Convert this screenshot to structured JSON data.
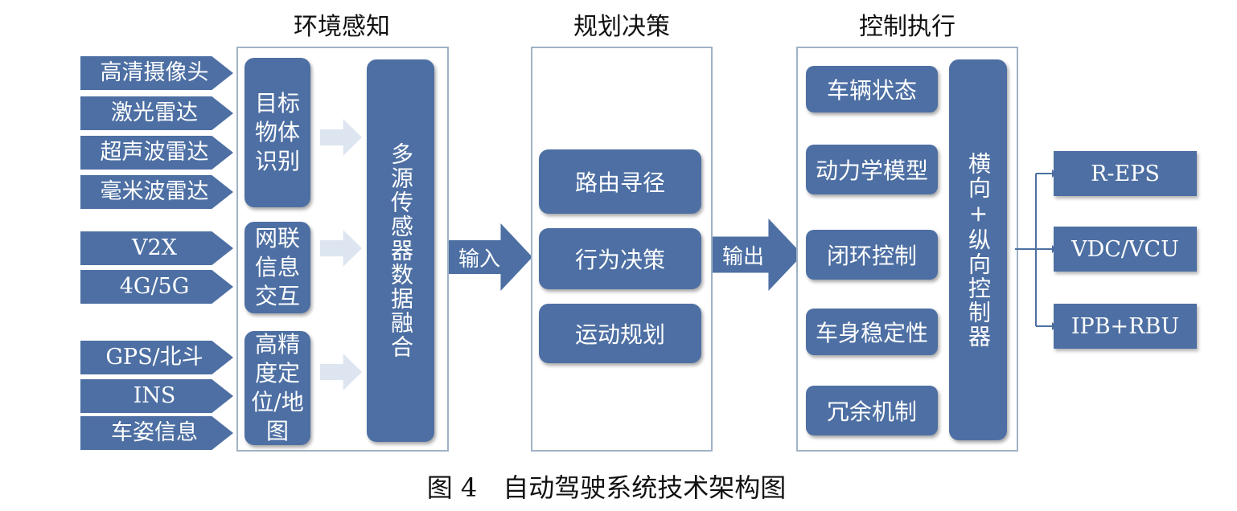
{
  "columns": {
    "perception": "环境感知",
    "planning": "规划决策",
    "control": "控制执行"
  },
  "sensors": {
    "group1": [
      "高清摄像头",
      "激光雷达",
      "超声波雷达",
      "毫米波雷达"
    ],
    "group2": [
      "V2X",
      "4G/5G"
    ],
    "group3": [
      "GPS/北斗",
      "INS",
      "车姿信息"
    ]
  },
  "perception_blocks": {
    "object_recognition": "目标物体识别",
    "network_info": "网联信息交互",
    "hd_map": "高精度定位/地图",
    "fusion": "多源传感器数据融合"
  },
  "arrows": {
    "input": "输入",
    "output": "输出"
  },
  "planning_blocks": [
    "路由寻径",
    "行为决策",
    "运动规划"
  ],
  "control_blocks": [
    "车辆状态",
    "动力学模型",
    "闭环控制",
    "车身稳定性",
    "冗余机制"
  ],
  "controller": "横向+纵向控制器",
  "outputs": [
    "R-EPS",
    "VDC/VCU",
    "IPB+RBU"
  ],
  "caption": "图 4　自动驾驶系统技术架构图",
  "colors": {
    "block": "#4d6fa3",
    "panel_border": "#9fb2c6",
    "ghost_arrow": "#dde6f0"
  }
}
